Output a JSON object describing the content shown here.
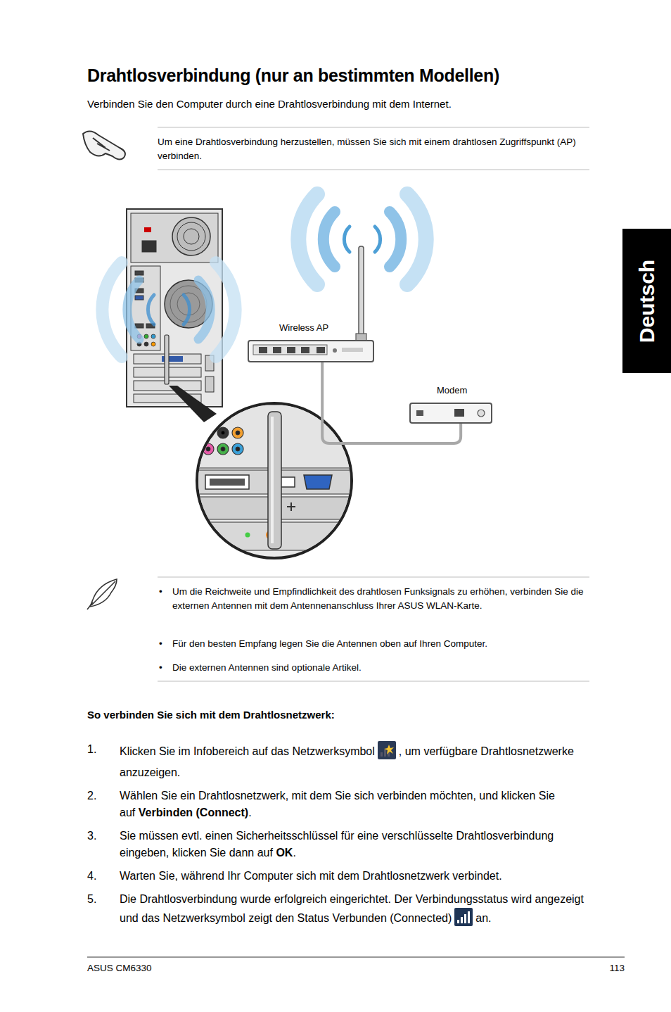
{
  "diagram": {
    "title": "Drahtlosverbindung (nur an bestimmten Modellen)",
    "nodes": [
      {
        "text": [
          "Wireless AP"
        ]
      },
      {
        "text": [
          "Modem"
        ]
      }
    ],
    "edges": [
      {
        "from": 0,
        "to": 1,
        "arrow": "none"
      }
    ],
    "labels": [
      "Deutsch",
      "Verbinden Sie den Computer durch eine Drahtlosverbindung mit dem Internet.",
      "Um eine Drahtlosverbindung herzustellen, müssen Sie sich mit einem drahtlosen Zugriffspunkt (AP) verbinden.",
      "•",
      "Um die Reichweite und Empfindlichkeit des drahtlosen Funksignals zu erhöhen, verbinden Sie die externen Antennen mit dem Antennenanschluss Ihrer ASUS WLAN-Karte.",
      "•",
      "Für den besten Empfang legen Sie die Antennen oben auf Ihren Computer.",
      "•",
      "Die externen Antennen sind optionale Artikel.",
      "So verbinden Sie sich mit dem Drahtlosnetzwerk:",
      "1.",
      "Klicken Sie im Infobereich auf das Netzwerksymbol",
      ", um verfügbare Drahtlosnetzwerke anzuzeigen.",
      "2.",
      "Wählen Sie ein Drahtlosnetzwerk, mit dem Sie sich verbinden möchten, und klicken Sie auf",
      "Verbinden (Connect)",
      ".",
      "3.",
      "Sie müssen evtl. einen Sicherheitsschlüssel für eine verschlüsselte Drahtlosverbindung eingeben, klicken Sie dann auf",
      "OK",
      ".",
      "4.",
      "Warten Sie, während Ihr Computer sich mit dem Drahtlosnetzwerk verbindet.",
      "5.",
      "Die Drahtlosverbindung wurde erfolgreich eingerichtet. Der Verbindungsstatus wird angezeigt und das Netzwerksymbol zeigt den Status Verbunden (Connected)",
      "an.",
      "ASUS CM6330",
      "113"
    ]
  }
}
